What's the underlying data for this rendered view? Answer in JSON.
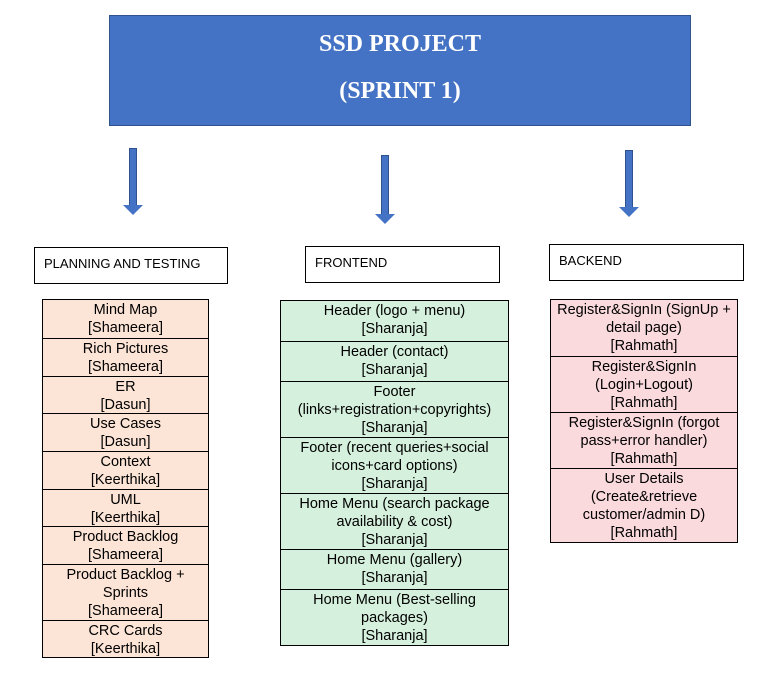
{
  "title": {
    "line1": "SSD PROJECT",
    "line2": "(SPRINT 1)"
  },
  "colors": {
    "title_fill": "#4472c4",
    "arrow": "#4472c4",
    "planning_fill": "#fce4d6",
    "frontend_fill": "#d5f0dc",
    "backend_fill": "#fadadd"
  },
  "columns": [
    {
      "header": "PLANNING AND TESTING",
      "items": [
        {
          "task": "Mind Map",
          "owner": "[Shameera]"
        },
        {
          "task": "Rich Pictures",
          "owner": "[Shameera]"
        },
        {
          "task": "ER",
          "owner": "[Dasun]"
        },
        {
          "task": "Use Cases",
          "owner": "[Dasun]"
        },
        {
          "task": "Context",
          "owner": "[Keerthika]"
        },
        {
          "task": "UML",
          "owner": "[Keerthika]"
        },
        {
          "task": "Product Backlog",
          "owner": "[Shameera]"
        },
        {
          "task": "Product Backlog + Sprints",
          "owner": "[Shameera]"
        },
        {
          "task": "CRC Cards",
          "owner": "[Keerthika]"
        }
      ]
    },
    {
      "header": "FRONTEND",
      "items": [
        {
          "task": "Header (logo + menu)",
          "owner": "[Sharanja]"
        },
        {
          "task": "Header (contact)",
          "owner": "[Sharanja]"
        },
        {
          "task": "Footer (links+registration+copyrights)",
          "owner": "[Sharanja]"
        },
        {
          "task": "Footer (recent queries+social icons+card options)",
          "owner": "[Sharanja]"
        },
        {
          "task": "Home Menu (search package availability & cost)",
          "owner": "[Sharanja]"
        },
        {
          "task": "Home Menu (gallery)",
          "owner": "[Sharanja]"
        },
        {
          "task": "Home Menu (Best-selling packages)",
          "owner": "[Sharanja]"
        }
      ]
    },
    {
      "header": "BACKEND",
      "items": [
        {
          "task": "Register&SignIn (SignUp + detail page)",
          "owner": "[Rahmath]"
        },
        {
          "task": "Register&SignIn (Login+Logout)",
          "owner": "[Rahmath]"
        },
        {
          "task": "Register&SignIn (forgot pass+error handler)",
          "owner": "[Rahmath]"
        },
        {
          "task": "User Details (Create&retrieve customer/admin D)",
          "owner": "[Rahmath]"
        }
      ]
    }
  ]
}
